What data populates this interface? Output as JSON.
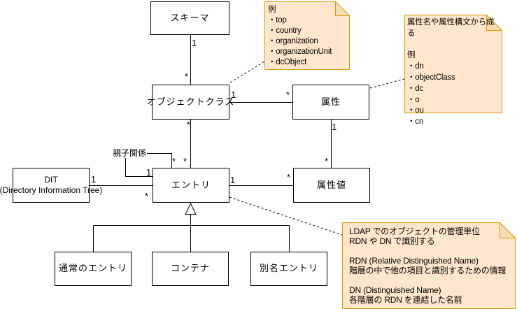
{
  "diagram": {
    "nodes": {
      "schema": {
        "label": "スキーマ"
      },
      "object_class": {
        "label": "オブジェクトクラス"
      },
      "attribute": {
        "label": "属性"
      },
      "dit": {
        "label": "DIT",
        "sublabel": "(Directory Information Tree)"
      },
      "entry": {
        "label": "エントリ"
      },
      "attribute_value": {
        "label": "属性値"
      },
      "normal_entry": {
        "label": "通常のエントリ"
      },
      "container": {
        "label": "コンテナ"
      },
      "alias_entry": {
        "label": "別名エントリ"
      }
    },
    "edge_labels": {
      "parent_child": "親子関係"
    },
    "multiplicity": {
      "one": "1",
      "many": "*"
    }
  },
  "notes": {
    "object_class_examples": {
      "lines": [
        "例",
        "・top",
        "・country",
        "・organization",
        "・organizationUnit",
        "・dcObject"
      ]
    },
    "attribute_note": {
      "lines": [
        "属性名や属性構文から成る",
        "",
        "例",
        "・dn",
        "・objectClass",
        "・dc",
        "・o",
        "・ou",
        "・cn"
      ]
    },
    "entry_note": {
      "lines": [
        "LDAP でのオブジェクトの管理単位",
        "RDN や DN で識別する",
        "",
        "RDN (Relative Distinguished Name)",
        "階層の中で他の項目と識別するための情報",
        "",
        "DN (Distinguished Name)",
        "各階層の RDN を連結した名前"
      ]
    }
  },
  "colors": {
    "note_fill": "#ffe6cc",
    "note_fold": "#f8dcba",
    "note_border": "#d79b00",
    "line": "#000000",
    "node_fill": "#ffffff",
    "node_border": "#000000",
    "background": "#ffffff"
  }
}
